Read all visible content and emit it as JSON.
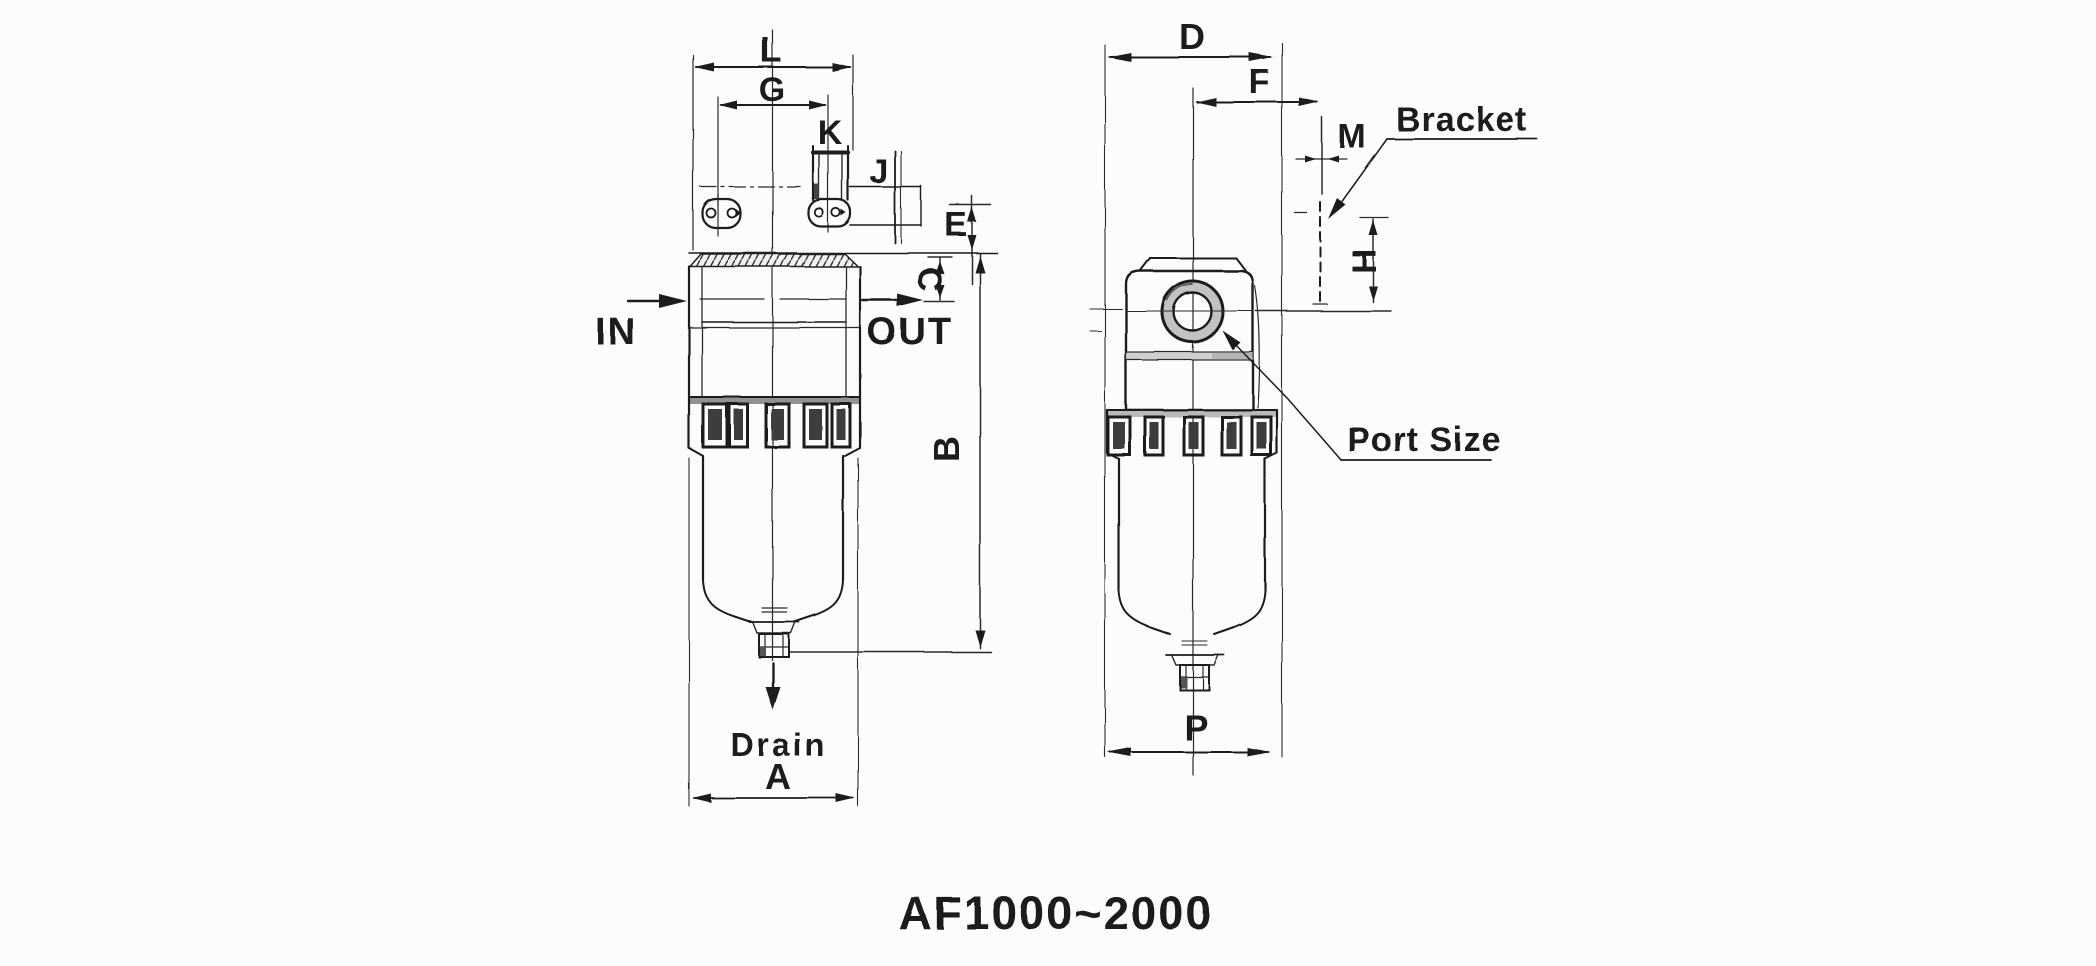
{
  "title": "AF1000~2000",
  "front_view": {
    "dims": {
      "L": "L",
      "G": "G",
      "K": "K",
      "J": "J",
      "E": "E",
      "C": "C",
      "B": "B",
      "A": "A"
    },
    "inlet_label": "IN",
    "outlet_label": "OUT",
    "drain_label": "Drain"
  },
  "side_view": {
    "dims": {
      "D": "D",
      "F": "F",
      "M": "M",
      "H": "H",
      "P": "P"
    },
    "bracket_label": "Bracket",
    "port_size_label": "Port Size"
  },
  "colors": {
    "ink": "#1d1d1d",
    "paper": "#fcfcfb",
    "thread_ring": "#c2c2c2",
    "joint_band": "#cfcfcf",
    "clamp_band": "#b9b9b9",
    "slot_dark": "#3c3c3c"
  }
}
